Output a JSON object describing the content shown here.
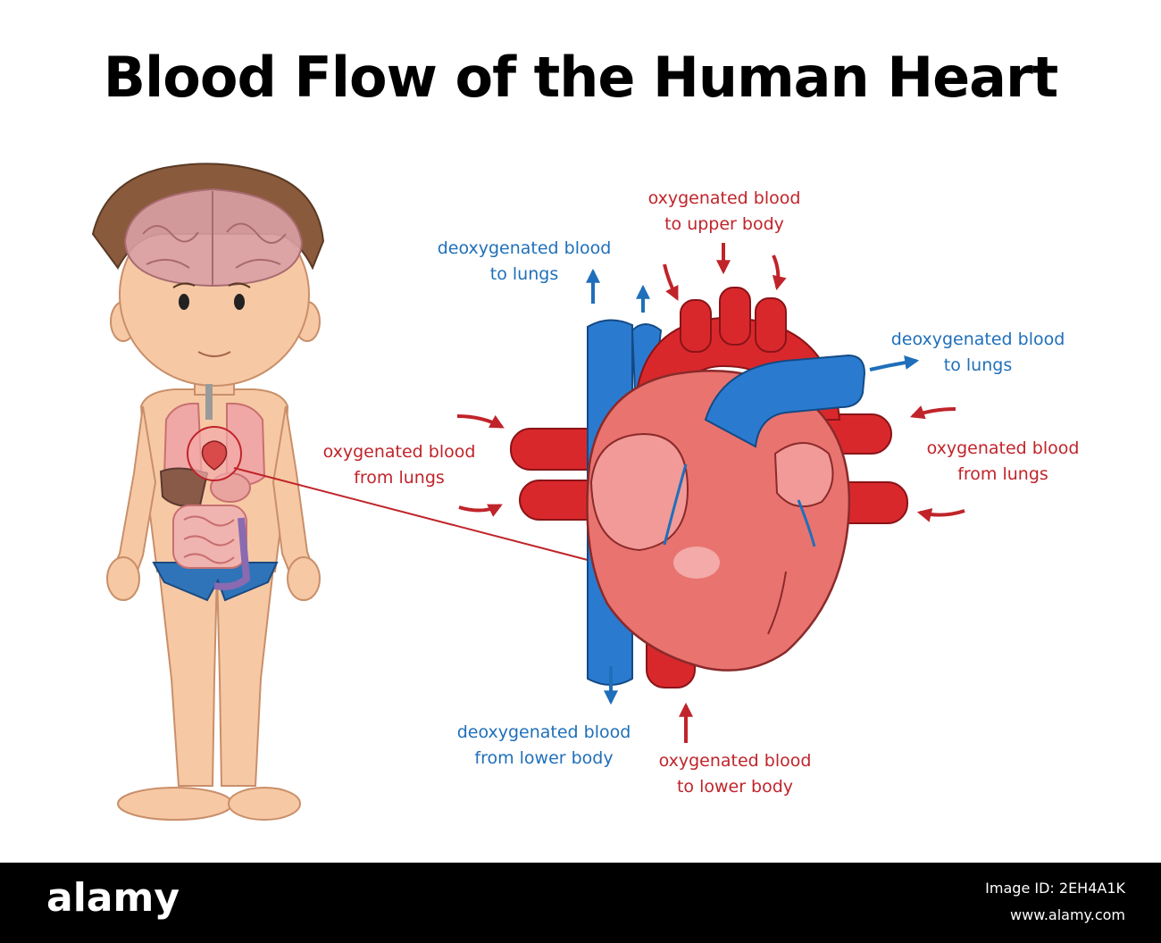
{
  "title": "Blood Flow of the Human Heart",
  "colors": {
    "oxygenated": "#c0242a",
    "deoxygenated": "#1f6fba",
    "heart_muscle": "#e9736f",
    "skin": "#f6c9a4",
    "background": "#ffffff"
  },
  "labels": {
    "deox_top_left": {
      "line1": "deoxygenated blood",
      "line2": "to lungs"
    },
    "ox_top": {
      "line1": "oxygenated blood",
      "line2": "to upper body"
    },
    "deox_right": {
      "line1": "deoxygenated blood",
      "line2": "to lungs"
    },
    "ox_left": {
      "line1": "oxygenated blood",
      "line2": "from lungs"
    },
    "ox_right": {
      "line1": "oxygenated blood",
      "line2": "from lungs"
    },
    "deox_bottom": {
      "line1": "deoxygenated blood",
      "line2": "from lower body"
    },
    "ox_bottom": {
      "line1": "oxygenated blood",
      "line2": "to lower body"
    }
  },
  "footer": {
    "logo": "alamy",
    "image_id": "Image ID: 2EH4A1K",
    "site": "www.alamy.com"
  }
}
